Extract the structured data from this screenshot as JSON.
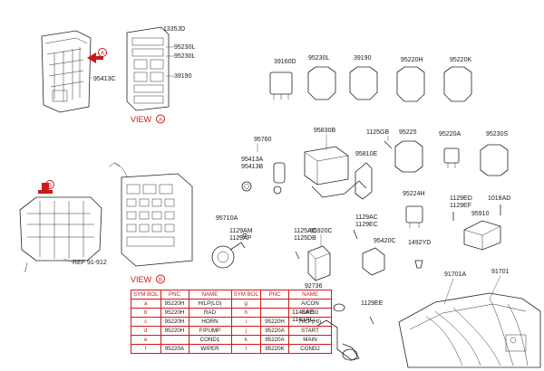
{
  "view_a_label": "VIEW",
  "view_b_label": "VIEW",
  "marker_a": "A",
  "marker_b": "B",
  "labels": {
    "l1335JD": "1335JD",
    "l95230L_a": "95230L",
    "l95230L_b": "95230L",
    "l39190_a": "39190",
    "l95413C": "95413C",
    "l39160D": "39160D",
    "l95230L_top": "95230L",
    "l39190_top": "39190",
    "l95220H_top": "95220H",
    "l95220K": "95220K",
    "l95760": "95760",
    "l95413A": "95413A",
    "l95413B": "95413B",
    "l95830B": "95830B",
    "l1125GB": "1125GB",
    "l95810E": "95810E",
    "l95225": "95225",
    "l95220A": "95220A",
    "l95230S": "95230S",
    "l95224H": "95224H",
    "l1129ED": "1129ED",
    "l1129EF": "1129EF",
    "l1018AD": "1018AD",
    "l95910": "95910",
    "l95710A": "95710A",
    "l1129AM": "1129AM",
    "l1129AP": "1129AP",
    "l1125AC": "1125AC",
    "l1125DB": "1125DB",
    "l95920C": "95920C",
    "l1129AC": "1129AC",
    "l1129EC": "1129EC",
    "l95420C": "95420C",
    "l1492YD": "1492YD",
    "l91701A": "91701A",
    "l91701": "91701",
    "l92736": "92736",
    "l1141AE": "1141AE",
    "l1141AC": "1141AC",
    "l1129EE": "1129EE",
    "lREF": "REF 91-912"
  },
  "legend": {
    "headers": [
      "SYM BOL",
      "PNC",
      "NAME",
      "SYM BOL",
      "PNC",
      "NAME"
    ],
    "rows": [
      {
        "sym1": "a",
        "pnc1": "95220H",
        "name1": "H/LP(LO)",
        "sym2": "g",
        "pnc2": "",
        "name2": "A/CON"
      },
      {
        "sym1": "b",
        "pnc1": "95220H",
        "name1": "RAD",
        "sym2": "h",
        "pnc2": "",
        "name2": "F/FOG"
      },
      {
        "sym1": "c",
        "pnc1": "95220H",
        "name1": "HORN",
        "sym2": "i",
        "pnc2": "95220H",
        "name2": "H/LP(HI)"
      },
      {
        "sym1": "d",
        "pnc1": "95220H",
        "name1": "F/PUMP",
        "sym2": "j",
        "pnc2": "95220A",
        "name2": "START"
      },
      {
        "sym1": "e",
        "pnc1": "",
        "name1": "COND1",
        "sym2": "k",
        "pnc2": "95220A",
        "name2": "MAIN"
      },
      {
        "sym1": "f",
        "pnc1": "95220A",
        "name1": "W/PER",
        "sym2": "l",
        "pnc2": "95220K",
        "name2": "COND2"
      }
    ]
  }
}
